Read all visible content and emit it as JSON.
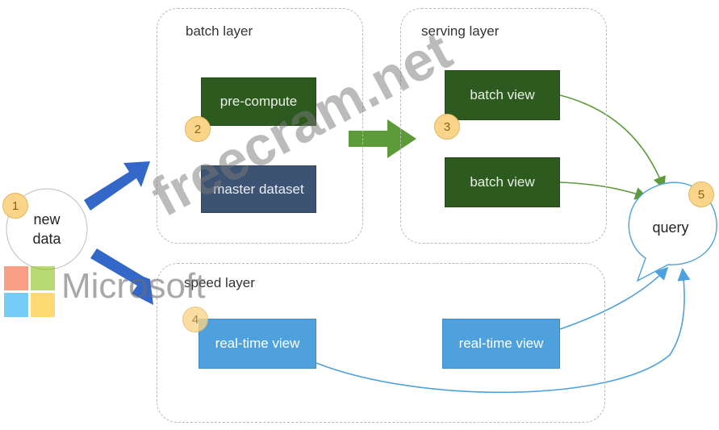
{
  "layers": {
    "batch": "batch layer",
    "serving": "serving layer",
    "speed": "speed layer"
  },
  "boxes": {
    "pre_compute": "pre-compute",
    "master_dataset": "master dataset",
    "batch_view_1": "batch view",
    "batch_view_2": "batch view",
    "realtime_view_1": "real-time view",
    "realtime_view_2": "real-time view"
  },
  "nodes": {
    "new_data_line1": "new",
    "new_data_line2": "data",
    "query": "query"
  },
  "badges": [
    "1",
    "2",
    "3",
    "4",
    "5"
  ],
  "watermarks": {
    "site": "freecram.net",
    "brand": "Microsoft"
  },
  "colors": {
    "batch_green": "#2d5a1f",
    "master_navy": "#3d5373",
    "speed_blue": "#4ea1dc",
    "arrow_blue": "#3367c8",
    "arrow_green": "#5c9a3a",
    "badge_fill": "#f8d58a",
    "ms_red": "#f25022",
    "ms_green": "#7fba00",
    "ms_blue": "#00a4ef",
    "ms_yellow": "#ffb900"
  }
}
